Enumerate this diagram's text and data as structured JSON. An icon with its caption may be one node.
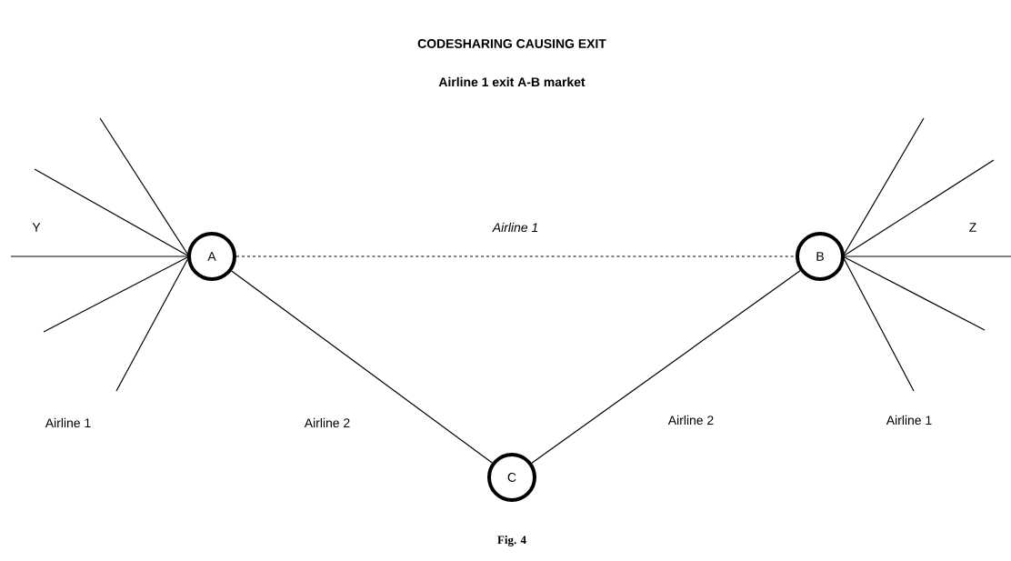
{
  "diagram": {
    "title": "CODESHARING CAUSING EXIT",
    "caption": "Fig. 4",
    "nodes": [
      {
        "text": [
          "A"
        ]
      },
      {
        "text": [
          "B"
        ]
      },
      {
        "text": [
          "C"
        ]
      }
    ],
    "edges": [
      {
        "from": 0,
        "to": 1,
        "arrow": "none",
        "style": "dashed",
        "label": "Airline 1"
      },
      {
        "from": 0,
        "to": 2,
        "arrow": "none",
        "label": "Airline 2"
      },
      {
        "from": 2,
        "to": 1,
        "arrow": "none",
        "label": "Airline 2"
      },
      {
        "from": null,
        "to": 0,
        "arrow": "none"
      },
      {
        "from": null,
        "to": 0,
        "arrow": "none"
      },
      {
        "from": null,
        "to": 0,
        "arrow": "none"
      },
      {
        "from": null,
        "to": 0,
        "arrow": "none"
      },
      {
        "from": null,
        "to": 0,
        "arrow": "none"
      },
      {
        "from": null,
        "to": 1,
        "arrow": "none"
      },
      {
        "from": null,
        "to": 1,
        "arrow": "none"
      },
      {
        "from": null,
        "to": 1,
        "arrow": "none"
      },
      {
        "from": null,
        "to": 1,
        "arrow": "none"
      },
      {
        "from": null,
        "to": 1,
        "arrow": "none"
      }
    ],
    "labels": [
      "Airline 1 exit A-B market",
      "Y",
      "Z",
      "Airline 1",
      "Airline 1"
    ]
  }
}
